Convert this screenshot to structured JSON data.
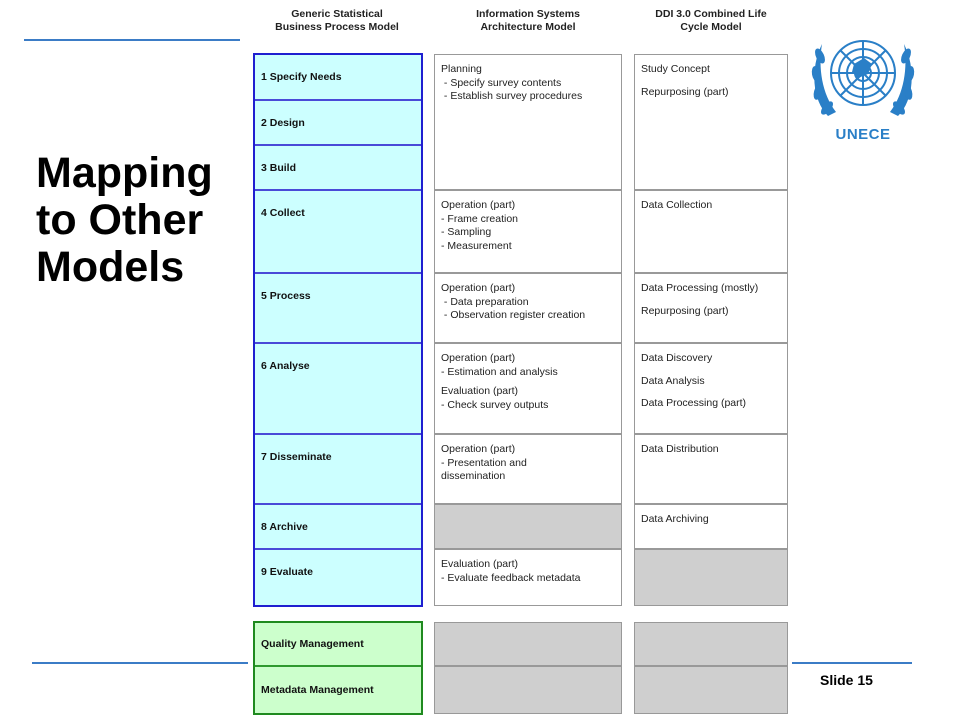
{
  "slide": {
    "title_lines": [
      "Mapping",
      "to Other",
      "Models"
    ],
    "slide_number": "Slide 15",
    "logo_text": "UNECE"
  },
  "columns": {
    "gsbpm": "Generic Statistical\nBusiness Process Model",
    "isam": "Information Systems\nArchitecture Model",
    "ddi": "DDI 3.0 Combined Life\nCycle Model"
  },
  "gsbpm_phases": [
    "1 Specify Needs",
    "2 Design",
    "3 Build",
    "4 Collect",
    "5 Process",
    "6 Analyse",
    "7 Disseminate",
    "8 Archive",
    "9 Evaluate"
  ],
  "overarching": [
    "Quality Management",
    "Metadata Management"
  ],
  "isam_cells": {
    "planning": [
      "Planning",
      " - Specify survey contents",
      " - Establish survey procedures"
    ],
    "collect": [
      "Operation (part)",
      "- Frame creation",
      "- Sampling",
      "- Measurement"
    ],
    "process": [
      "Operation (part)",
      " - Data preparation",
      " - Observation register creation"
    ],
    "analyse_a": [
      "Operation (part)",
      "- Estimation and analysis"
    ],
    "analyse_b": [
      "Evaluation (part)",
      "- Check survey outputs"
    ],
    "disseminate": [
      "Operation (part)",
      "- Presentation and",
      "dissemination"
    ],
    "evaluate": [
      "Evaluation (part)",
      "- Evaluate feedback metadata"
    ]
  },
  "ddi_cells": {
    "specify_a": "Study Concept",
    "specify_b": "Repurposing (part)",
    "collect": "Data Collection",
    "process_a": "Data Processing (mostly)",
    "process_b": "Repurposing (part)",
    "analyse": [
      "Data Discovery",
      "Data Analysis",
      "Data Processing (part)"
    ],
    "disseminate": "Data Distribution",
    "archive": "Data Archiving"
  },
  "colors": {
    "accent_rule": "#3b7cc6",
    "gsbpm_fill": "#ccffff",
    "gsbpm_border": "#1f1fd0",
    "overarching_fill": "#ccffcc",
    "overarching_border": "#1f8a1f",
    "empty_fill": "#cfcfcf",
    "logo_blue": "#2a7fc7"
  }
}
